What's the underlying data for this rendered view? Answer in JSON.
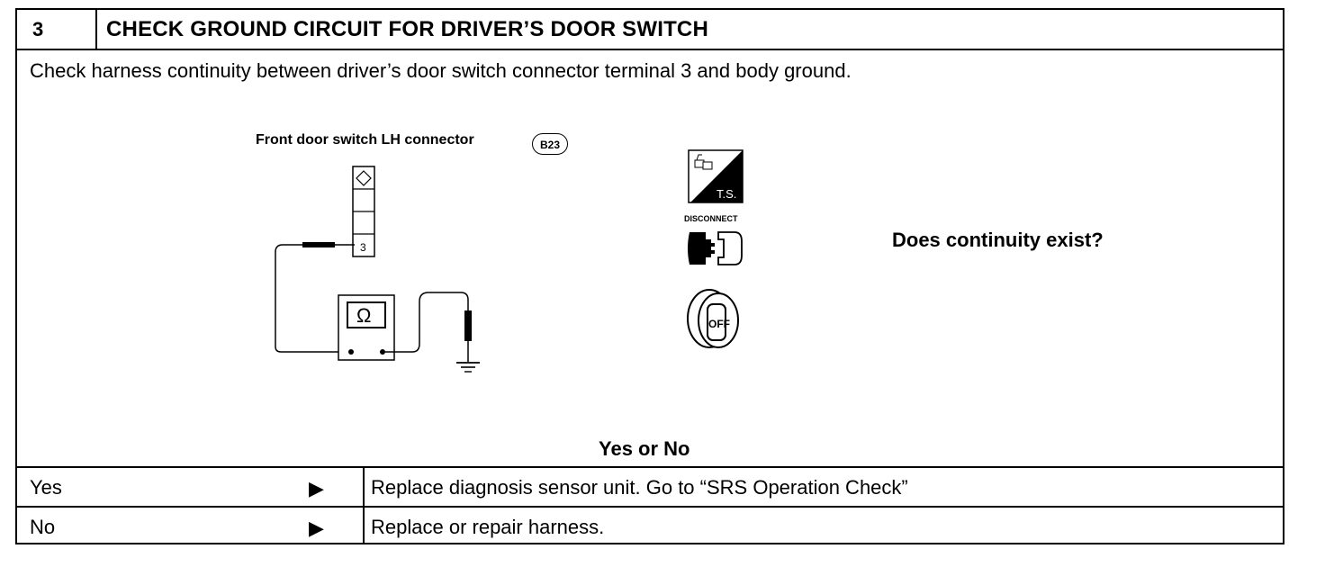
{
  "step": {
    "number": "3",
    "title": "CHECK GROUND CIRCUIT FOR DRIVER’S DOOR SWITCH",
    "instruction": "Check harness continuity between driver’s door switch connector terminal 3 and body ground."
  },
  "diagram": {
    "connector_label": "Front door switch LH connector",
    "connector_code": "B23",
    "terminal_number": "3",
    "meter_symbol": "Ω",
    "icons": {
      "ts_icon_text": "T.S.",
      "disconnect_text": "DISCONNECT",
      "ignition_text": "OFF"
    }
  },
  "question": "Does continuity exist?",
  "answer_prompt": "Yes or No",
  "results": [
    {
      "label": "Yes",
      "arrow": "▶",
      "action": "Replace diagnosis sensor unit. Go to “SRS Operation Check”"
    },
    {
      "label": "No",
      "arrow": "▶",
      "action": "Replace or repair harness."
    }
  ]
}
